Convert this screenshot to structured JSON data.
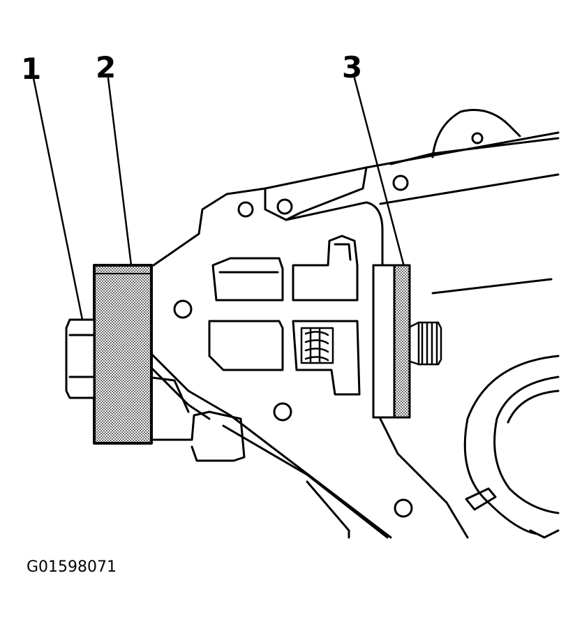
{
  "callouts": [
    {
      "label": "1"
    },
    {
      "label": "2"
    },
    {
      "label": "3"
    }
  ],
  "figure_id": "G01598071",
  "colors": {
    "line": "#000000",
    "background": "#ffffff"
  }
}
